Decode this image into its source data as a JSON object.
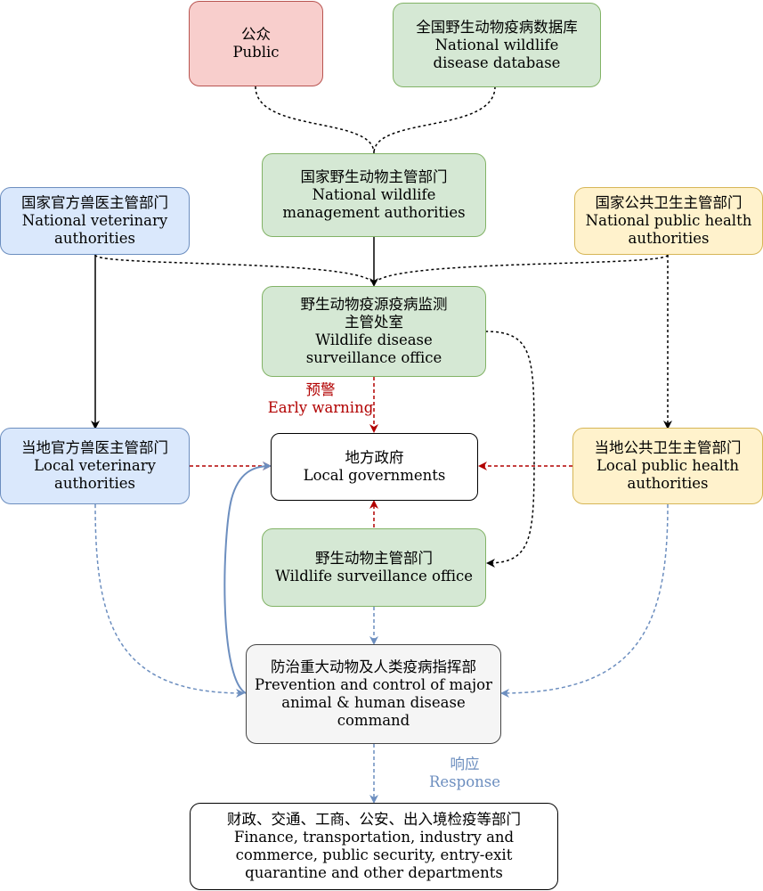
{
  "nodes": {
    "public": {
      "zh": "公众",
      "en": [
        "Public"
      ]
    },
    "database": {
      "zh": "全国野生动物疫病数据库",
      "en": [
        "National wildlife",
        "disease database"
      ]
    },
    "national_wildlife": {
      "zh": "国家野生动物主管部门",
      "en": [
        "National wildlife",
        "management authorities"
      ]
    },
    "national_vet": {
      "zh": "国家官方兽医主管部门",
      "en": [
        "National veterinary",
        "authorities"
      ]
    },
    "national_health": {
      "zh": "国家公共卫生主管部门",
      "en": [
        "National public health",
        "authorities"
      ]
    },
    "surveillance_office": {
      "zh": [
        "野生动物疫源疫病监测",
        "主管处室"
      ],
      "en": [
        "Wildlife disease",
        "surveillance office"
      ]
    },
    "local_vet": {
      "zh": "当地官方兽医主管部门",
      "en": [
        "Local veterinary",
        "authorities"
      ]
    },
    "local_gov": {
      "zh": "地方政府",
      "en": [
        "Local governments"
      ]
    },
    "local_health": {
      "zh": "当地公共卫生主管部门",
      "en": [
        "Local public health",
        "authorities"
      ]
    },
    "wildlife_surveillance": {
      "zh": "野生动物主管部门",
      "en": [
        "Wildlife surveillance office"
      ]
    },
    "command": {
      "zh": "防治重大动物及人类疫病指挥部",
      "en": [
        "Prevention and control of major",
        "animal & human disease",
        "command"
      ]
    },
    "departments": {
      "zh": "财政、交通、工商、公安、出入境检疫等部门",
      "en": [
        "Finance, transportation, industry and",
        "commerce, public security, entry-exit",
        "quarantine and other departments"
      ]
    }
  },
  "labels": {
    "early_warning": {
      "zh": "预警",
      "en": "Early warning"
    },
    "response": {
      "zh": "响应",
      "en": "Response"
    }
  },
  "colors": {
    "warning": "#b20000",
    "response": "#6c8ebf",
    "connector": "#000000"
  }
}
